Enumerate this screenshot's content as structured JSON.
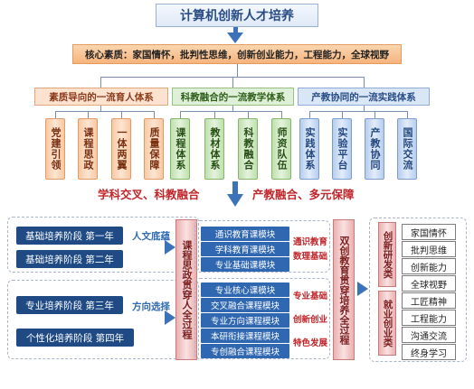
{
  "title": "计算机创新人才培养",
  "core": "核心素质：家国情怀，批判性思维，创新创业能力，工程能力，全球视野",
  "systems": [
    {
      "label": "素质导向的一流育人体系",
      "items": [
        "党建引领",
        "课程思政",
        "一体两翼",
        "质量保障"
      ]
    },
    {
      "label": "科教融合的一流教学体系",
      "items": [
        "课程体系",
        "教材体系",
        "科教融合",
        "师资队伍"
      ]
    },
    {
      "label": "产教协同的一流实践体系",
      "items": [
        "实践体系",
        "实验平台",
        "产教协同",
        "国际交流"
      ]
    }
  ],
  "banner_left": "学科交叉、科教融合",
  "banner_right": "产教融合、多元保障",
  "stages": [
    "基础培养阶段 第一年",
    "基础培养阶段 第二年",
    "专业培养阶段 第三年",
    "个性化培养阶段 第四年"
  ],
  "flow_labels": [
    "人文底蕴",
    "方向选择"
  ],
  "course_ideology": "课程思政贯穿人全过程",
  "modules_top": [
    "通识教育课模块",
    "学科教育课模块",
    "专业基础课模块"
  ],
  "modules_bottom": [
    "专业核心课模块",
    "交叉融合课程模块",
    "专业方向课程模块",
    "本研衔接课程模块",
    "专创融合课程模块"
  ],
  "edu_labels": [
    "通识教育",
    "数理基础",
    "专业基础",
    "创新创业",
    "特色发展"
  ],
  "dual_innovation": "双创教育贯穿培养全过程",
  "outcome_groups": [
    "创新研发类",
    "就业创业类"
  ],
  "outcomes": [
    "家国情怀",
    "批判思维",
    "创新能力",
    "全球视野",
    "工匠精神",
    "工程能力",
    "沟通交流",
    "终身学习"
  ],
  "colors": {
    "primary": "#2f67b0",
    "dark_blue": "#1f4a84",
    "red": "#c0262a",
    "orange": "#f6b47d"
  }
}
